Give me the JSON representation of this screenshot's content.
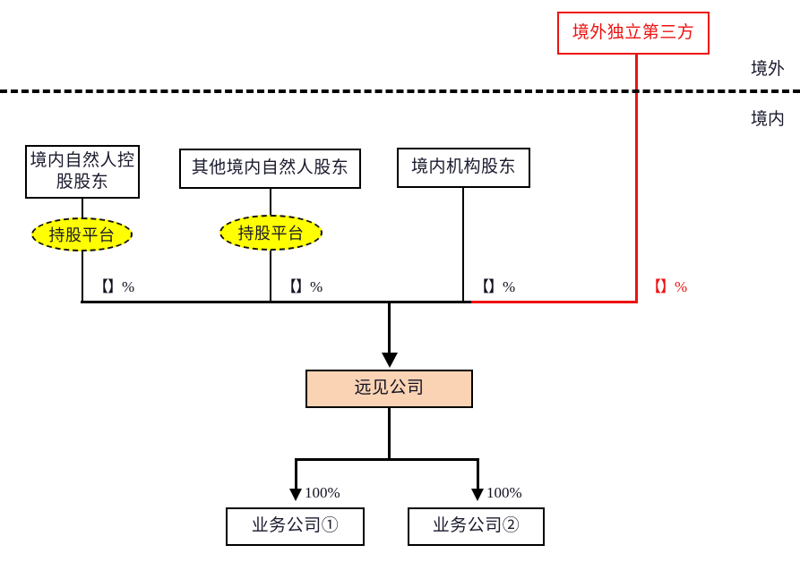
{
  "diagram": {
    "title_nodes": {
      "offshore_third_party": "境外独立第三方",
      "domestic_np_controlling": "境内自然人控股股东",
      "other_domestic_np": "其他境内自然人股东",
      "domestic_institution": "境内机构股东",
      "target_company": "远见公司",
      "business_company_1": "业务公司①",
      "business_company_2": "业务公司②"
    },
    "platforms": [
      {
        "label": "持股平台"
      },
      {
        "label": "持股平台"
      }
    ],
    "zone_labels": {
      "offshore": "境外",
      "onshore": "境内"
    },
    "ownership_labels": [
      {
        "text": "【】%",
        "color": "black"
      },
      {
        "text": "【】%",
        "color": "black"
      },
      {
        "text": "【】%",
        "color": "black"
      },
      {
        "text": "【】%",
        "color": "red"
      }
    ],
    "subsidiary_ownership": [
      {
        "text": "100%"
      },
      {
        "text": "100%"
      }
    ],
    "colors": {
      "accent_red": "#ee1111",
      "platform_yellow": "#ffff00",
      "target_fill": "#f9d3b4",
      "line_black": "#000000"
    }
  }
}
